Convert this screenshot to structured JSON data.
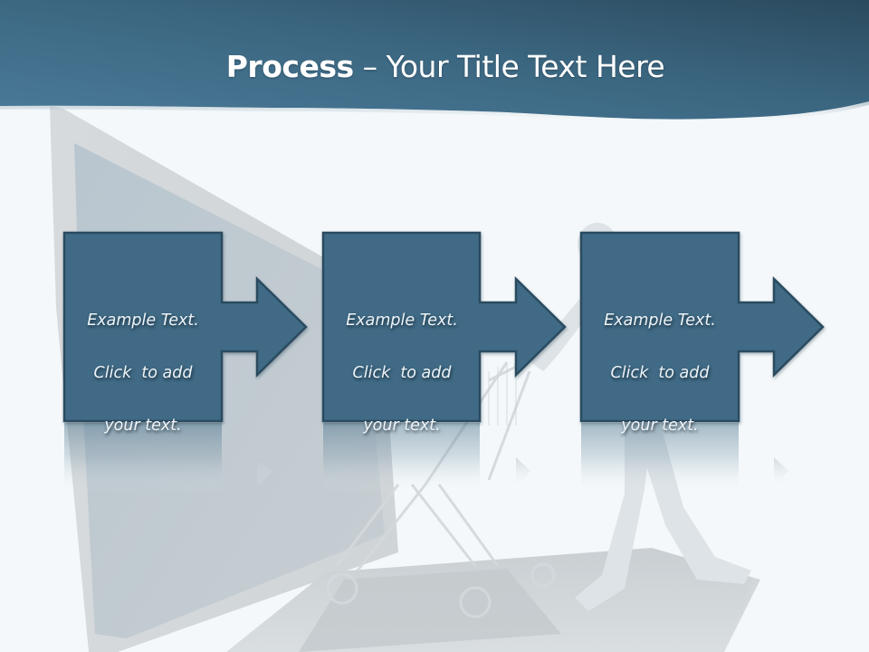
{
  "slide": {
    "title_bold": "Process",
    "title_rest": " – Your Title Text Here",
    "colors": {
      "header_dark": "#2b4a5e",
      "header_light": "#4a7a98",
      "box_fill": "#3f6a85",
      "box_border": "#2b4b60",
      "background": "#f4f8fa",
      "text": "#eef4f8"
    },
    "background_image": "laptop-with-figure-pushing-shopping-cart"
  },
  "process": {
    "steps": [
      {
        "line1": "Example Text.",
        "line2": "Click  to add",
        "line3": "your text."
      },
      {
        "line1": "Example Text.",
        "line2": "Click  to add",
        "line3": "your text."
      },
      {
        "line1": "Example Text.",
        "line2": "Click  to add",
        "line3": "your text."
      }
    ]
  }
}
